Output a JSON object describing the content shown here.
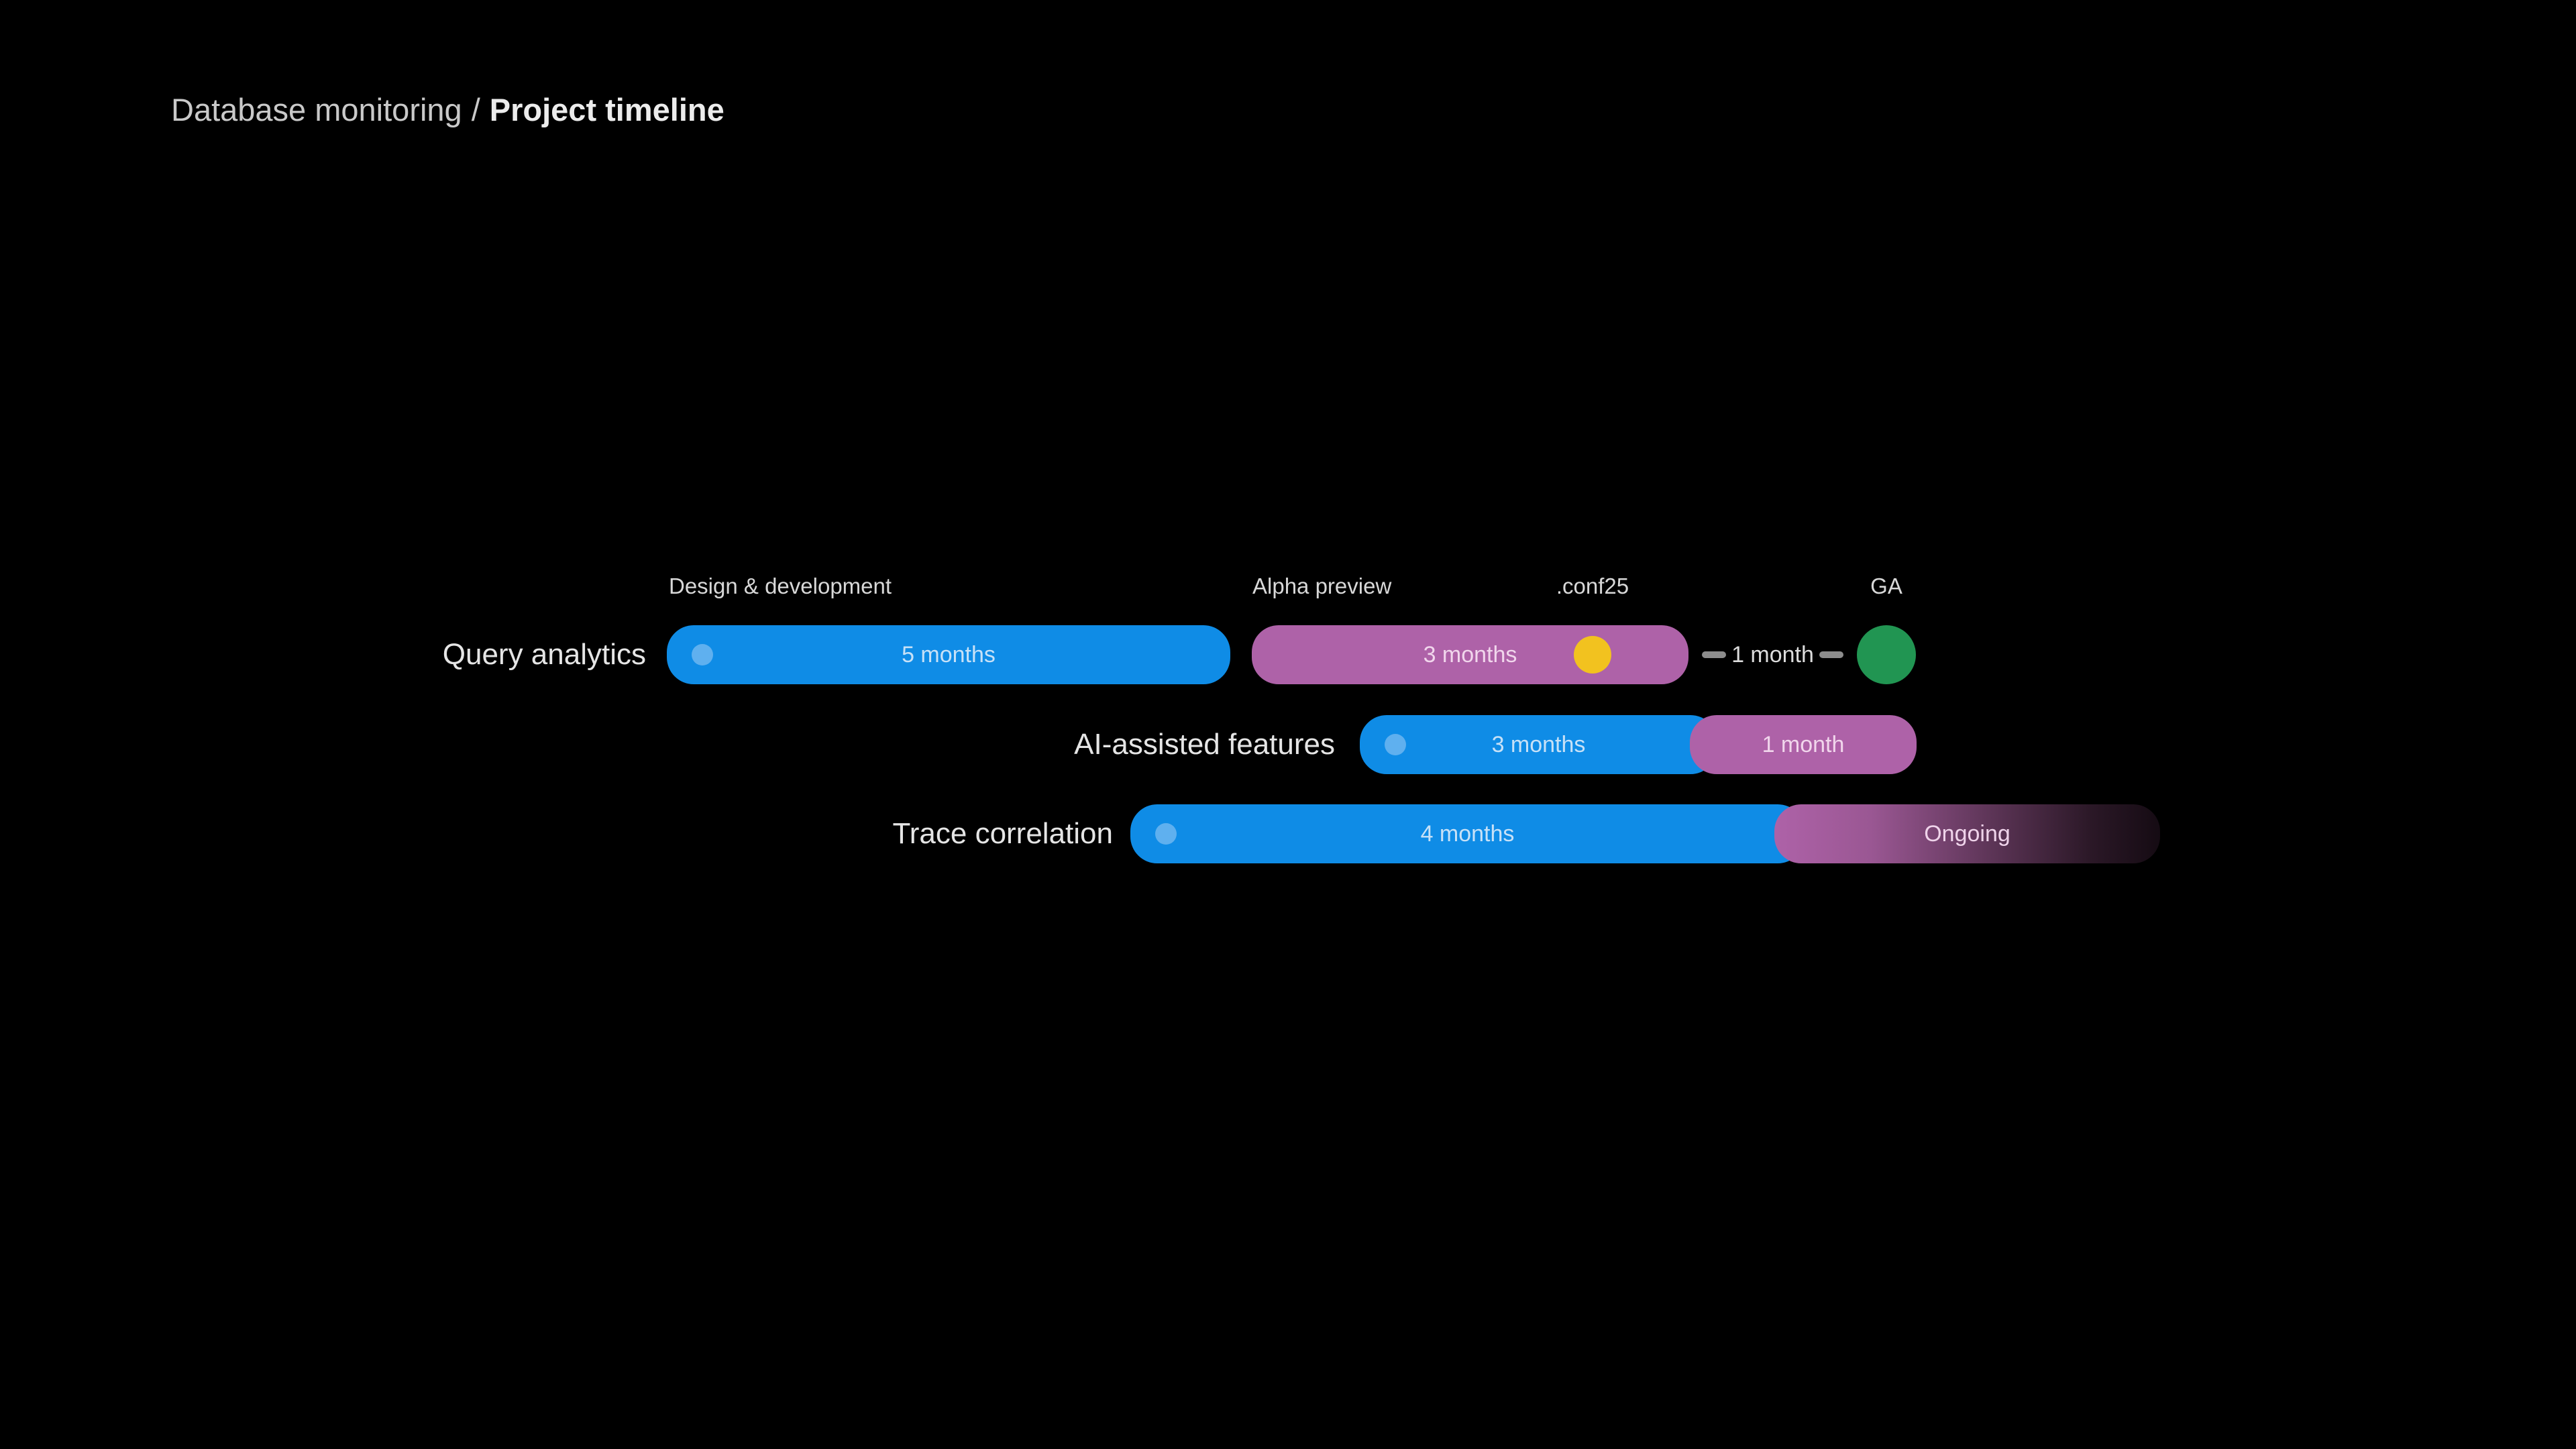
{
  "breadcrumb": {
    "section": "Database monitoring",
    "separator": "/",
    "title": "Project timeline"
  },
  "palette": {
    "background": "#000000",
    "bar_blue": "#0f8ce6",
    "bar_blue_start_dot": "#5fb0ef",
    "bar_purple": "#ae62a8",
    "ongoing_fade_end": "#150b13",
    "marker_yellow": "#f2c21f",
    "milestone_green": "#219552",
    "connector_dash_gray": "#8d8d8d",
    "label_gray": "#d8d8d8"
  },
  "chart_data": {
    "type": "bar",
    "subtype": "gantt-timeline",
    "title": "Project timeline",
    "unit": "months",
    "grid": false,
    "legend": false,
    "milestones": [
      {
        "label": "Design & development"
      },
      {
        "label": "Alpha preview"
      },
      {
        "label": ".conf25"
      },
      {
        "label": "GA"
      }
    ],
    "rows": [
      {
        "name": "Query analytics",
        "phases": [
          {
            "label": "5 months",
            "duration_months": 5,
            "kind": "bar",
            "color_key": "bar_blue",
            "phase": "Design & development"
          },
          {
            "label": "3 months",
            "duration_months": 3,
            "kind": "bar",
            "color_key": "bar_purple",
            "phase": "Alpha preview",
            "marker": {
              "label": ".conf25",
              "color_key": "marker_yellow"
            }
          },
          {
            "label": "1 month",
            "duration_months": 1,
            "kind": "connector"
          },
          {
            "label": "GA",
            "kind": "milestone-dot",
            "color_key": "milestone_green"
          }
        ]
      },
      {
        "name": "AI-assisted features",
        "phases": [
          {
            "label": "3 months",
            "duration_months": 3,
            "kind": "bar",
            "color_key": "bar_blue"
          },
          {
            "label": "1 month",
            "duration_months": 1,
            "kind": "bar",
            "color_key": "bar_purple"
          }
        ]
      },
      {
        "name": "Trace correlation",
        "phases": [
          {
            "label": "4 months",
            "duration_months": 4,
            "kind": "bar",
            "color_key": "bar_blue"
          },
          {
            "label": "Ongoing",
            "duration_months": null,
            "kind": "bar",
            "color_key": "bar_purple_fade_to_black"
          }
        ]
      }
    ]
  }
}
